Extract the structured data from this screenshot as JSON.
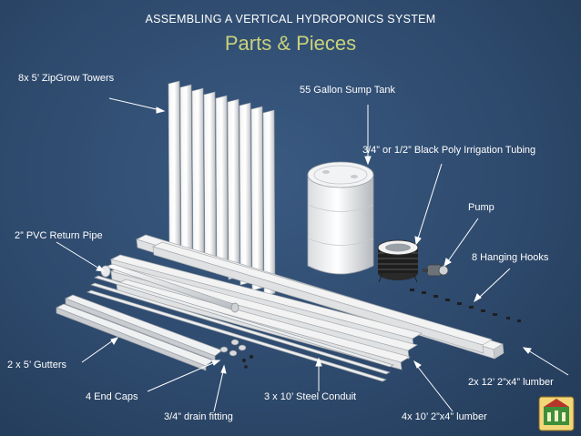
{
  "header": {
    "kicker": "ASSEMBLING A VERTICAL HYDROPONICS SYSTEM",
    "title": "Parts & Pieces"
  },
  "labels": {
    "towers": "8x 5’ ZipGrow Towers",
    "sump": "55 Gallon Sump Tank",
    "tubing": "3/4” or 1/2” Black Poly Irrigation Tubing",
    "pump": "Pump",
    "hooks": "8 Hanging Hooks",
    "pvc": "2” PVC Return Pipe",
    "gutters": "2 x 5’ Gutters",
    "endcaps": "4 End Caps",
    "conduit": "3 x 10’ Steel Conduit",
    "lumber12": "2x 12’ 2”x4” lumber",
    "drain": "3/4” drain fitting",
    "lumber10": "4x 10’ 2”x4” lumber"
  },
  "colors": {
    "background": "#2f4a6b",
    "title": "#c9d27a",
    "label": "#ffffff"
  }
}
